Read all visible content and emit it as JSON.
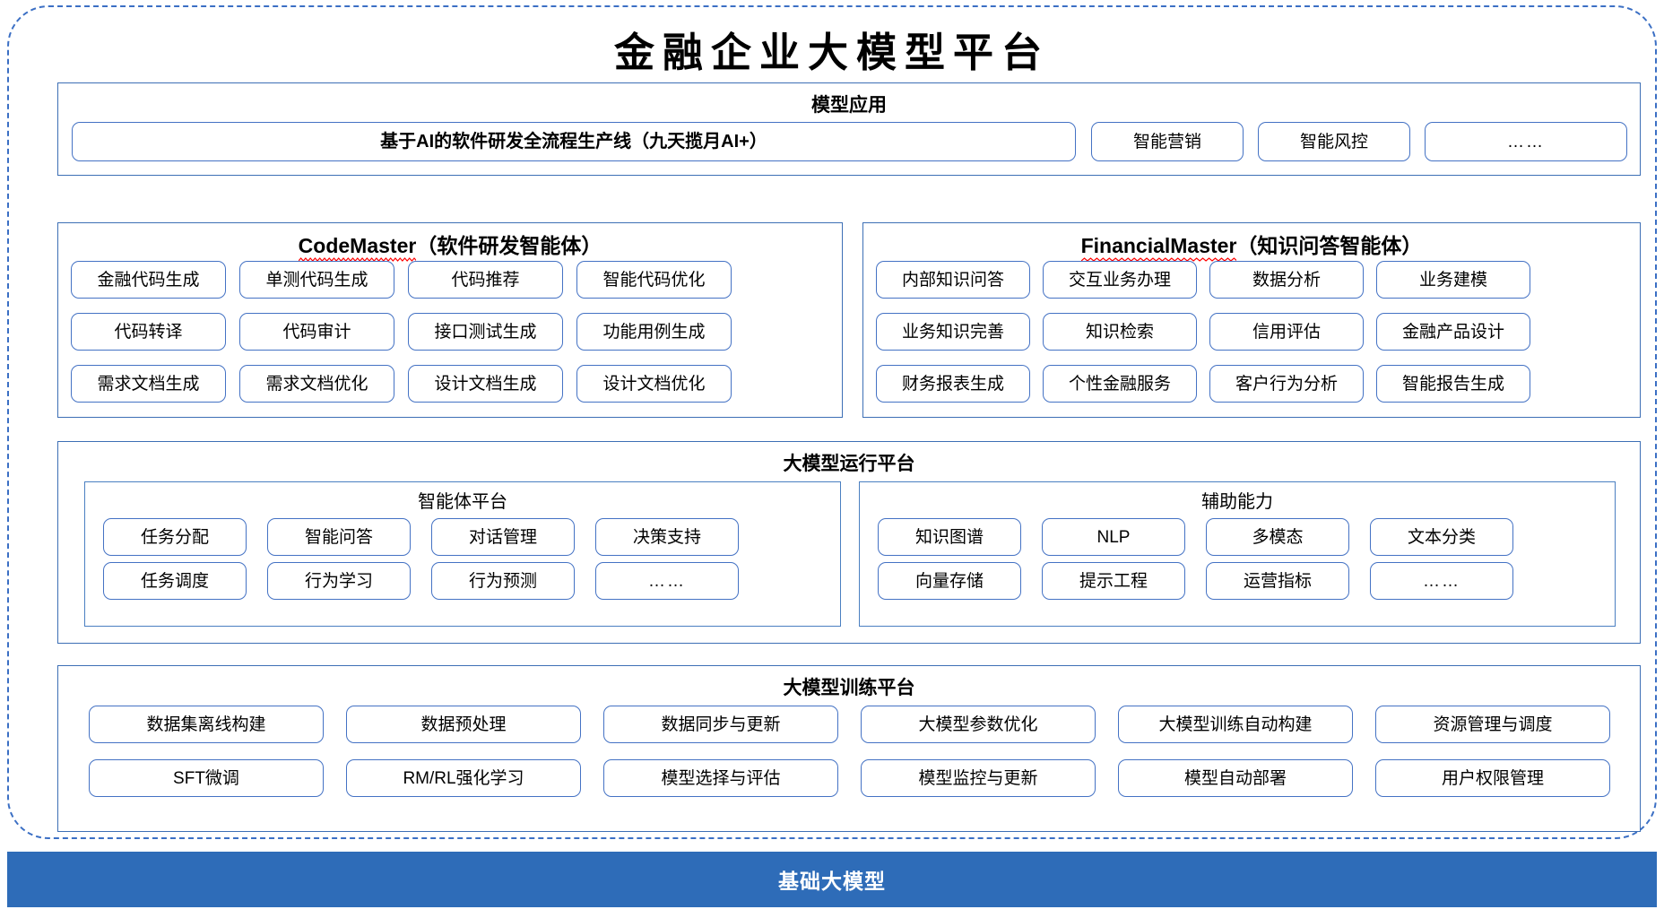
{
  "diagram": {
    "title": "金融企业大模型平台",
    "accent_color": "#4472c4",
    "panel_border_color": "#3d6fb5",
    "band_color": "#2e6cb8",
    "spellcheck_color": "#ff0000"
  },
  "model_application": {
    "title": "模型应用",
    "primary_item": "基于AI的软件研发全流程生产线（九天揽月AI+）",
    "items": [
      "智能营销",
      "智能风控",
      "……"
    ]
  },
  "code_master": {
    "name": "CodeMaster",
    "suffix": "（软件研发智能体）",
    "rows": [
      [
        "金融代码生成",
        "单测代码生成",
        "代码推荐",
        "智能代码优化"
      ],
      [
        "代码转译",
        "代码审计",
        "接口测试生成",
        "功能用例生成"
      ],
      [
        "需求文档生成",
        "需求文档优化",
        "设计文档生成",
        "设计文档优化"
      ]
    ]
  },
  "financial_master": {
    "name": "FinancialMaster",
    "suffix": "（知识问答智能体）",
    "rows": [
      [
        "内部知识问答",
        "交互业务办理",
        "数据分析",
        "业务建模"
      ],
      [
        "业务知识完善",
        "知识检索",
        "信用评估",
        "金融产品设计"
      ],
      [
        "财务报表生成",
        "个性金融服务",
        "客户行为分析",
        "智能报告生成"
      ]
    ]
  },
  "runtime_platform": {
    "title": "大模型运行平台",
    "agent_platform": {
      "title": "智能体平台",
      "rows": [
        [
          "任务分配",
          "智能问答",
          "对话管理",
          "决策支持"
        ],
        [
          "任务调度",
          "行为学习",
          "行为预测",
          "……"
        ]
      ]
    },
    "support_capability": {
      "title": "辅助能力",
      "rows": [
        [
          "知识图谱",
          "NLP",
          "多模态",
          "文本分类"
        ],
        [
          "向量存储",
          "提示工程",
          "运营指标",
          "……"
        ]
      ]
    }
  },
  "training_platform": {
    "title": "大模型训练平台",
    "rows": [
      [
        "数据集离线构建",
        "数据预处理",
        "数据同步与更新",
        "大模型参数优化",
        "大模型训练自动构建",
        "资源管理与调度"
      ],
      [
        "SFT微调",
        "RM/RL强化学习",
        "模型选择与评估",
        "模型监控与更新",
        "模型自动部署",
        "用户权限管理"
      ]
    ]
  },
  "base_model": {
    "label": "基础大模型"
  }
}
